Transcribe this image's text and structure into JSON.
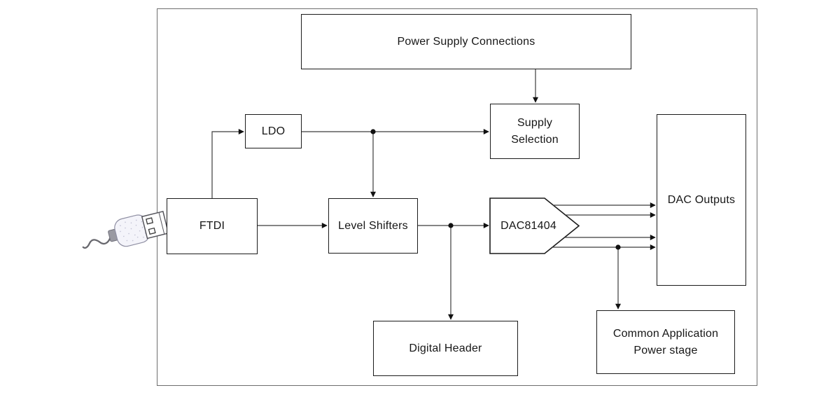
{
  "diagram": {
    "type": "block-diagram",
    "blocks": {
      "power_supply_connections": {
        "label": "Power Supply Connections"
      },
      "ldo": {
        "label": "LDO"
      },
      "supply_selection": {
        "label": "Supply\nSelection"
      },
      "ftdi": {
        "label": "FTDI"
      },
      "level_shifters": {
        "label": "Level Shifters"
      },
      "dac81404": {
        "label": "DAC81404"
      },
      "dac_outputs": {
        "label": "DAC Outputs"
      },
      "digital_header": {
        "label": "Digital Header"
      },
      "common_application_power_stage": {
        "label": "Common Application\nPower stage"
      }
    },
    "icons": {
      "usb": "usb-connector-icon"
    },
    "connections": [
      {
        "from": "power_supply_connections",
        "to": "supply_selection",
        "lines": 1
      },
      {
        "from": "ftdi",
        "to": "ldo",
        "lines": 1
      },
      {
        "from": "ldo",
        "to": "supply_selection",
        "lines": 1
      },
      {
        "from": "ldo",
        "to": "level_shifters",
        "lines": 1
      },
      {
        "from": "ftdi",
        "to": "level_shifters",
        "lines": 1
      },
      {
        "from": "level_shifters",
        "to": "dac81404",
        "lines": 1
      },
      {
        "from": "level_shifters",
        "to": "digital_header",
        "lines": 1
      },
      {
        "from": "dac81404",
        "to": "dac_outputs",
        "lines": 4
      },
      {
        "from": "dac81404",
        "to": "common_application_power_stage",
        "lines": 1
      },
      {
        "from": "usb",
        "to": "ftdi",
        "lines": 1
      }
    ],
    "colors": {
      "background": "#ffffff",
      "box_border": "#1b1b1b",
      "wire": "#3c3c3c",
      "outer_border": "#6e6e6e",
      "arrowhead": "#111111"
    }
  }
}
